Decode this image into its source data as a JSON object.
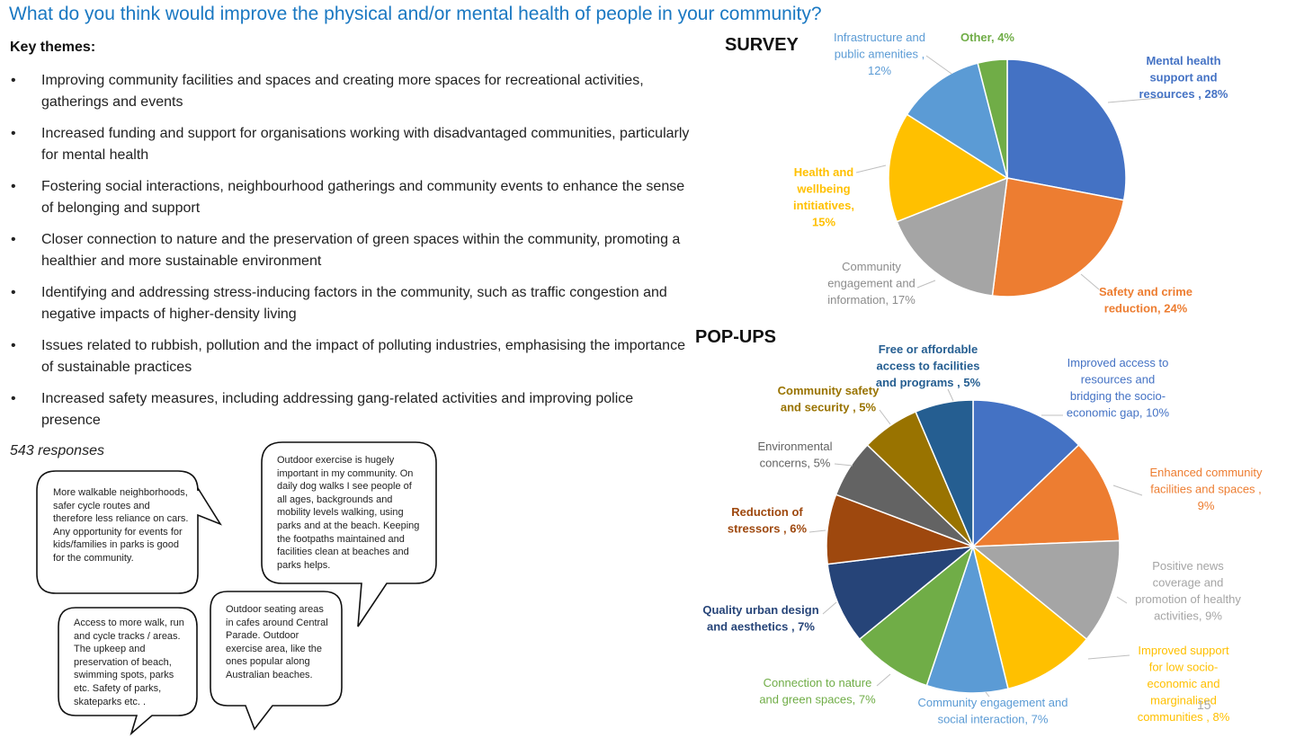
{
  "header": {
    "title": "What do you think would improve the physical and/or mental health of people in your community?",
    "key_themes": "Key themes:"
  },
  "themes": [
    "Improving community facilities and spaces and creating more spaces for recreational activities, gatherings and events",
    "Increased funding and support for organisations working with disadvantaged communities, particularly for mental health",
    "Fostering social interactions, neighbourhood gatherings and community events to enhance the sense of belonging and support",
    "Closer connection to nature and the preservation of green spaces within the community, promoting a healthier and more sustainable environment",
    "Identifying and addressing stress-inducing factors in the community, such as traffic congestion and negative impacts of higher-density living",
    "Issues related to rubbish, pollution and the impact of polluting industries, emphasising the importance of sustainable practices",
    "Increased safety measures, including addressing gang-related activities and improving police presence"
  ],
  "bullet_symbol": "•",
  "responses": "543 responses",
  "quotes": [
    "More walkable neighborhoods, safer cycle routes and therefore less reliance on cars. Any opportunity for events for kids/families in parks is good for the community.",
    "Outdoor exercise is hugely important in my community. On daily dog walks I see people of all ages, backgrounds and mobility levels walking, using parks and at the beach. Keeping the footpaths maintained and facilities clean at beaches and parks helps.",
    "Access to more walk, run and cycle tracks / areas. The upkeep and preservation of beach, swimming spots, parks etc.  Safety of parks, skateparks etc. .",
    "Outdoor seating areas in cafes around Central Parade. Outdoor exercise area, like the ones popular along Australian beaches."
  ],
  "page_number": "15",
  "chart_data": [
    {
      "type": "pie",
      "title": "SURVEY",
      "slices": [
        {
          "label": "Mental health support and resources",
          "value": 28,
          "color": "#4472c4"
        },
        {
          "label": "Safety and crime reduction",
          "value": 24,
          "color": "#ed7d31"
        },
        {
          "label": "Community engagement and information",
          "value": 17,
          "color": "#a5a5a5"
        },
        {
          "label": "Health and wellbeing intitiatives",
          "value": 15,
          "color": "#ffc000"
        },
        {
          "label": "Infrastructure and public amenities",
          "value": 12,
          "color": "#5b9bd5"
        },
        {
          "label": "Other",
          "value": 4,
          "color": "#70ad47"
        }
      ],
      "labels": [
        {
          "lines": [
            "Mental health",
            "support and",
            "resources , 28%"
          ],
          "color": "#4472c4",
          "bold": true
        },
        {
          "lines": [
            "Safety and crime",
            "reduction, 24%"
          ],
          "color": "#ed7d31",
          "bold": true
        },
        {
          "lines": [
            "Community",
            "engagement and",
            "information, 17%"
          ],
          "color": "#8c8c8c",
          "bold": false
        },
        {
          "lines": [
            "Health and",
            "wellbeing",
            "intitiatives,",
            "15%"
          ],
          "color": "#ffc000",
          "bold": true
        },
        {
          "lines": [
            "Infrastructure and",
            "public amenities ,",
            "12%"
          ],
          "color": "#5b9bd5",
          "bold": false
        },
        {
          "lines": [
            "Other, 4%"
          ],
          "color": "#70ad47",
          "bold": true
        }
      ]
    },
    {
      "type": "pie",
      "title": "POP-UPS",
      "slices": [
        {
          "label": "Improved access to resources and bridging the socio-economic gap",
          "value": 10,
          "color": "#4472c4"
        },
        {
          "label": "Enhanced community facilities and spaces",
          "value": 9,
          "color": "#ed7d31"
        },
        {
          "label": "Positive news coverage and promotion of healthy activities",
          "value": 9,
          "color": "#a5a5a5"
        },
        {
          "label": "Improved support for low socio-economic and marginalised communities",
          "value": 8,
          "color": "#ffc000"
        },
        {
          "label": "Community engagement and social interaction",
          "value": 7,
          "color": "#5b9bd5"
        },
        {
          "label": "Connection to nature and green spaces",
          "value": 7,
          "color": "#70ad47"
        },
        {
          "label": "Quality urban design and aesthetics",
          "value": 7,
          "color": "#264478"
        },
        {
          "label": "Reduction of stressors",
          "value": 6,
          "color": "#9e480e"
        },
        {
          "label": "Environmental concerns",
          "value": 5,
          "color": "#636363"
        },
        {
          "label": "Community safety and security",
          "value": 5,
          "color": "#997300"
        },
        {
          "label": "Free or affordable access to facilities and programs",
          "value": 5,
          "color": "#255e91"
        }
      ],
      "labels": [
        {
          "lines": [
            "Improved access to",
            "resources and",
            "bridging the socio-",
            "economic gap, 10%"
          ],
          "color": "#4472c4",
          "bold": false
        },
        {
          "lines": [
            "Enhanced community",
            "facilities and spaces ,",
            "9%"
          ],
          "color": "#ed7d31",
          "bold": false
        },
        {
          "lines": [
            "Positive news",
            "coverage and",
            "promotion of healthy",
            "activities, 9%"
          ],
          "color": "#a5a5a5",
          "bold": false
        },
        {
          "lines": [
            "Improved support",
            "for low socio-",
            "economic and",
            "marginalised",
            "communities , 8%"
          ],
          "color": "#ffc000",
          "bold": false
        },
        {
          "lines": [
            "Community engagement and",
            "social interaction, 7%"
          ],
          "color": "#5b9bd5",
          "bold": false
        },
        {
          "lines": [
            "Connection to nature",
            "and green spaces, 7%"
          ],
          "color": "#70ad47",
          "bold": false
        },
        {
          "lines": [
            "Quality urban design",
            "and aesthetics , 7%"
          ],
          "color": "#264478",
          "bold": true
        },
        {
          "lines": [
            "Reduction of",
            "stressors , 6%"
          ],
          "color": "#9e480e",
          "bold": true
        },
        {
          "lines": [
            "Environmental",
            "concerns, 5%"
          ],
          "color": "#636363",
          "bold": false
        },
        {
          "lines": [
            "Community safety",
            "and security , 5%"
          ],
          "color": "#997300",
          "bold": true
        },
        {
          "lines": [
            "Free or affordable",
            "access to facilities",
            "and programs , 5%"
          ],
          "color": "#255e91",
          "bold": true
        }
      ]
    }
  ]
}
